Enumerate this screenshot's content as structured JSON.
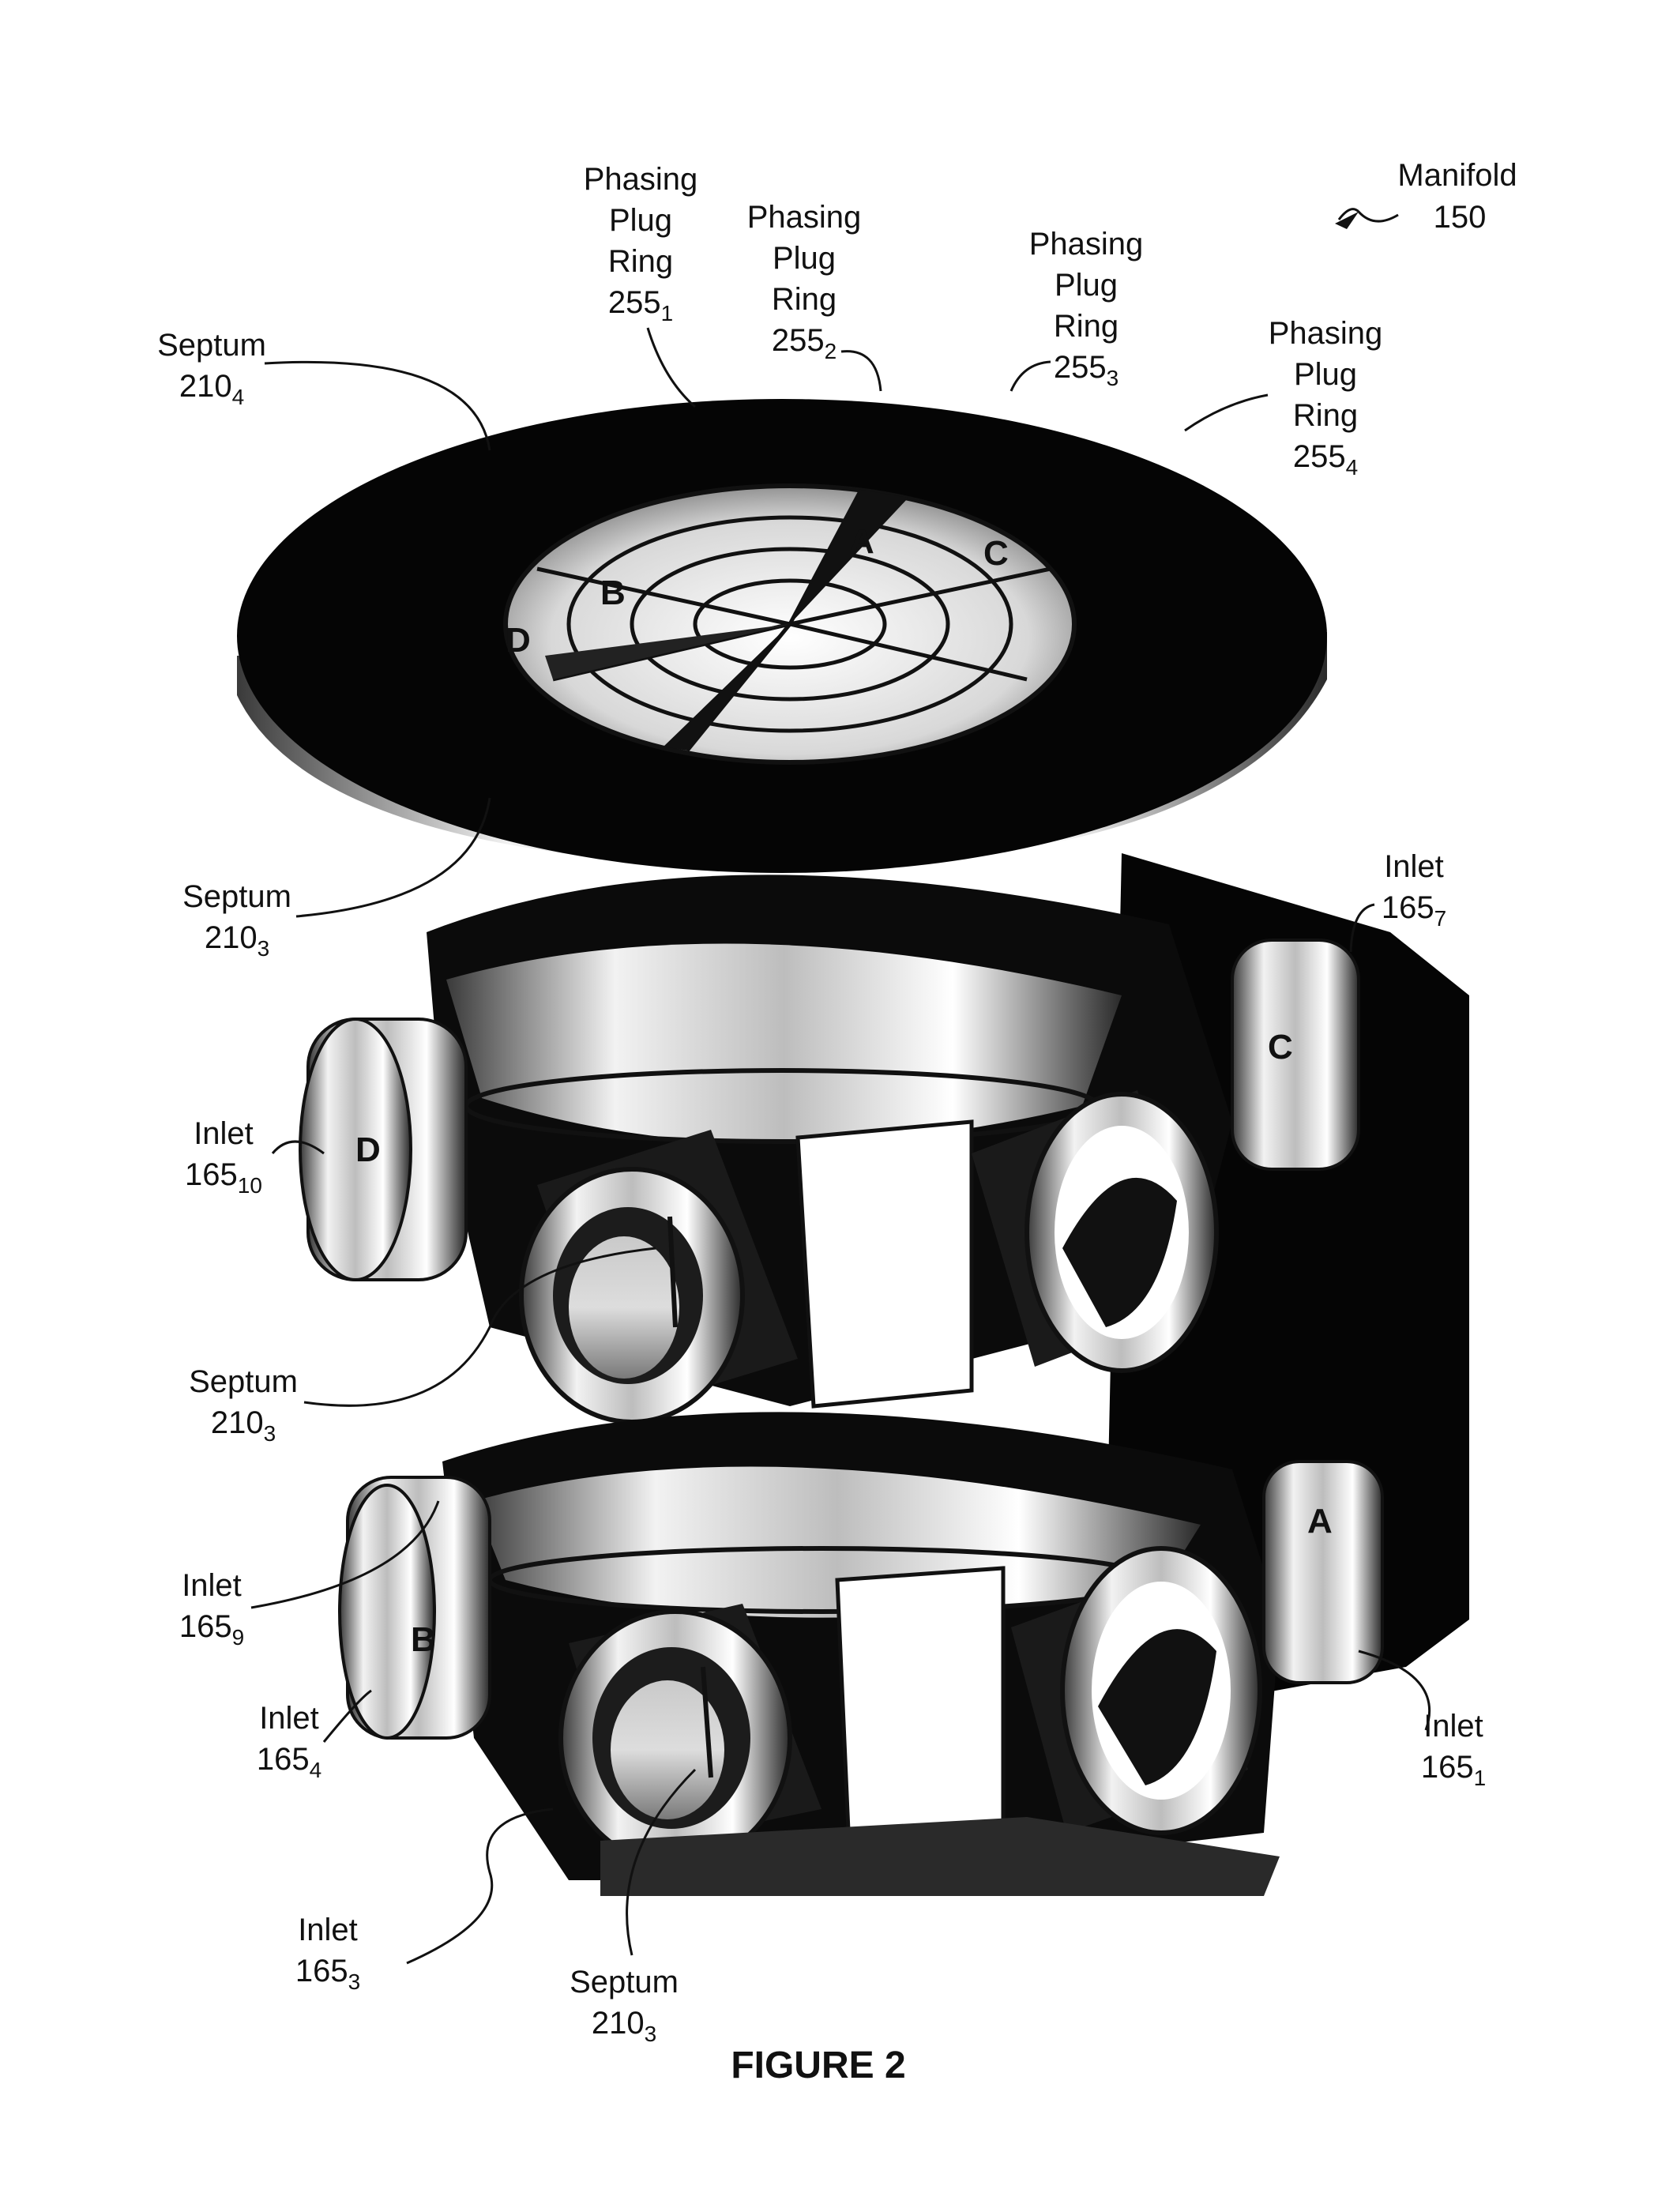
{
  "figure": {
    "caption": "FIGURE 2",
    "manifold": {
      "word": "Manifold",
      "number": "150"
    },
    "phasing_plug_rings": [
      {
        "line1": "Phasing",
        "line2": "Plug",
        "line3": "Ring",
        "base": "255",
        "sub": "1"
      },
      {
        "line1": "Phasing",
        "line2": "Plug",
        "line3": "Ring",
        "base": "255",
        "sub": "2"
      },
      {
        "line1": "Phasing",
        "line2": "Plug",
        "line3": "Ring",
        "base": "255",
        "sub": "3"
      },
      {
        "line1": "Phasing",
        "line2": "Plug",
        "line3": "Ring",
        "base": "255",
        "sub": "4"
      }
    ],
    "septa": [
      {
        "word": "Septum",
        "base": "210",
        "sub": "4"
      },
      {
        "word": "Septum",
        "base": "210",
        "sub": "3"
      },
      {
        "word": "Septum",
        "base": "210",
        "sub": "3"
      },
      {
        "word": "Septum",
        "base": "210",
        "sub": "3"
      }
    ],
    "inlets": [
      {
        "word": "Inlet",
        "base": "165",
        "sub": "7"
      },
      {
        "word": "Inlet",
        "base": "165",
        "sub": "10"
      },
      {
        "word": "Inlet",
        "base": "165",
        "sub": "9"
      },
      {
        "word": "Inlet",
        "base": "165",
        "sub": "4"
      },
      {
        "word": "Inlet",
        "base": "165",
        "sub": "1"
      },
      {
        "word": "Inlet",
        "base": "165",
        "sub": "3"
      }
    ],
    "port_letters": {
      "a": "A",
      "b": "B",
      "c": "C",
      "d": "D"
    }
  }
}
